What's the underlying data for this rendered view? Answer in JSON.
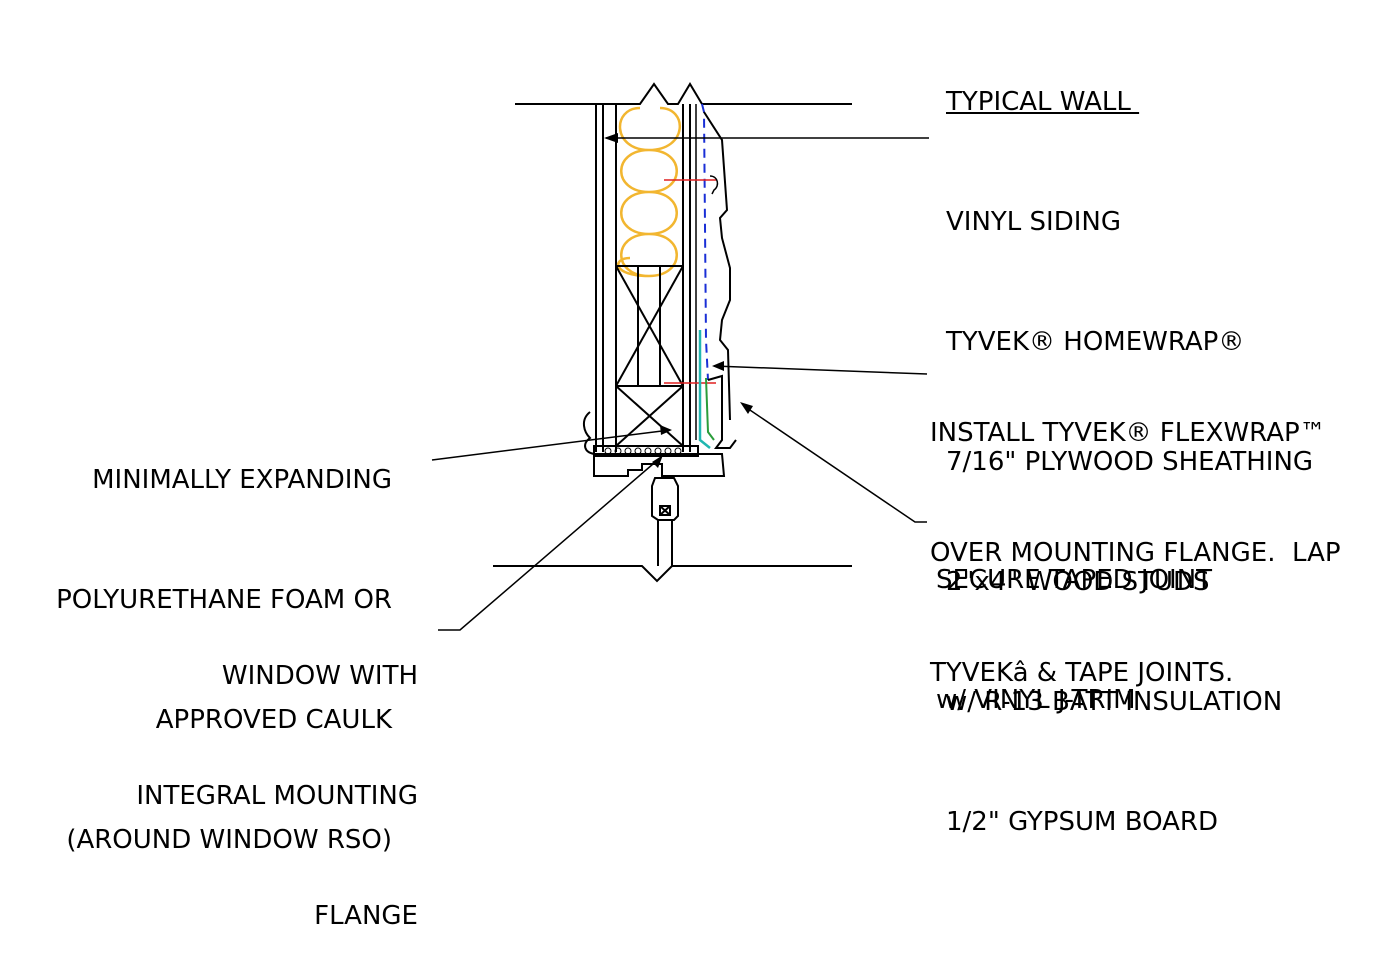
{
  "wall_labels": {
    "title": "TYPICAL WALL ",
    "lines": [
      "VINYL SIDING",
      "TYVEK® HOMEWRAP®",
      "7/16\" PLYWOOD SHEATHING",
      "2\"x4\" WOOD STUDS",
      "w/ R-13 BATT INSULATION",
      "1/2\" GYPSUM BOARD"
    ]
  },
  "flexwrap_note": {
    "lines": [
      "INSTALL TYVEK® FLEXWRAP™",
      "OVER MOUNTING FLANGE.  LAP",
      "TYVEKâ & TAPE JOINTS."
    ]
  },
  "jtrim_note": {
    "lines": [
      "SECURE TAPED JOINT",
      "w/ VINYL J-TRIM"
    ]
  },
  "foam_note": {
    "lines": [
      "MINIMALLY EXPANDING",
      "POLYURETHANE FOAM OR",
      "APPROVED CAULK",
      "(AROUND WINDOW RSO)"
    ]
  },
  "window_note": {
    "lines": [
      "WINDOW WITH",
      "INTEGRAL MOUNTING",
      "FLANGE"
    ]
  },
  "colors": {
    "insulation": "#f2b630",
    "housewrap": "#1a2fd6",
    "flexwrap": "#20b7b0",
    "flexwrap_inner": "#2a9d3a",
    "fastener": "#e02020",
    "line": "#000000"
  }
}
